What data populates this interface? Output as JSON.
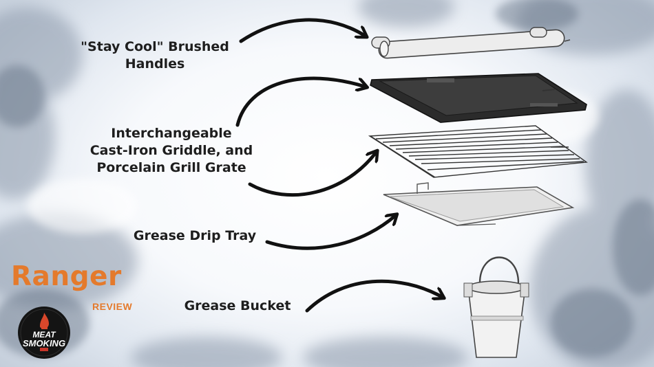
{
  "labels": {
    "handles": "\"Stay Cool\" Brushed Handles",
    "griddle_line1": "Interchangeable",
    "griddle_line2": "Cast-Iron Griddle, and",
    "griddle_line3": "Porcelain Grill Grate",
    "drip_tray": "Grease Drip Tray",
    "bucket": "Grease Bucket"
  },
  "brand": {
    "title": "Ranger",
    "subtitle": "REVIEW",
    "logo_line1": "MEAT",
    "logo_line2": "SMOKING"
  },
  "colors": {
    "accent": "#e47a2c",
    "label_text": "#1e1e1e",
    "arrow": "#111111"
  }
}
